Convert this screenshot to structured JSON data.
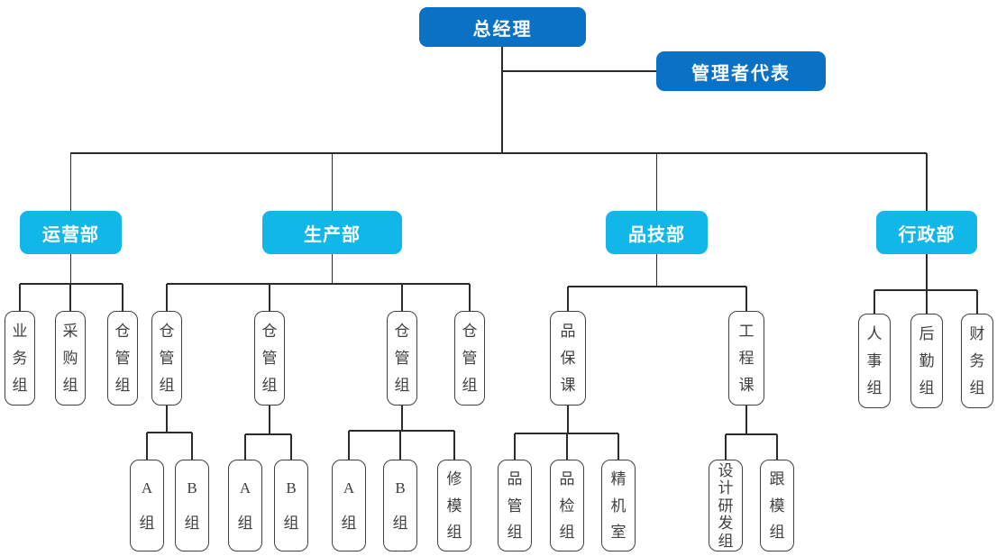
{
  "colors": {
    "level1_fill": "#0a71c4",
    "level2_fill": "#12b7ea",
    "node_text": "#ffffff",
    "leaf_border": "#3f3f3f",
    "leaf_text": "#404040",
    "connector": "#2b2b2b"
  },
  "org": {
    "root": {
      "label": "总经理"
    },
    "staff": {
      "label": "管理者代表"
    },
    "departments": [
      {
        "label": "运营部",
        "children": [
          {
            "label": "业务组"
          },
          {
            "label": "采购组"
          },
          {
            "label": "仓管组"
          }
        ]
      },
      {
        "label": "生产部",
        "children": [
          {
            "label": "仓管组",
            "children": [
              {
                "label": "A组"
              },
              {
                "label": "B组"
              }
            ]
          },
          {
            "label": "仓管组",
            "children": [
              {
                "label": "A组"
              },
              {
                "label": "B组"
              }
            ]
          },
          {
            "label": "仓管组",
            "children": [
              {
                "label": "A组"
              },
              {
                "label": "B组"
              },
              {
                "label": "修模组"
              }
            ]
          },
          {
            "label": "仓管组",
            "children": []
          }
        ]
      },
      {
        "label": "品技部",
        "children": [
          {
            "label": "品保课",
            "children": [
              {
                "label": "品管组"
              },
              {
                "label": "品检组"
              },
              {
                "label": "精机室"
              }
            ]
          },
          {
            "label": "工程课",
            "children": [
              {
                "label": "设计研发组"
              },
              {
                "label": "跟模组"
              }
            ]
          }
        ]
      },
      {
        "label": "行政部",
        "children": [
          {
            "label": "人事组"
          },
          {
            "label": "后勤组"
          },
          {
            "label": "财务组"
          }
        ]
      }
    ]
  }
}
